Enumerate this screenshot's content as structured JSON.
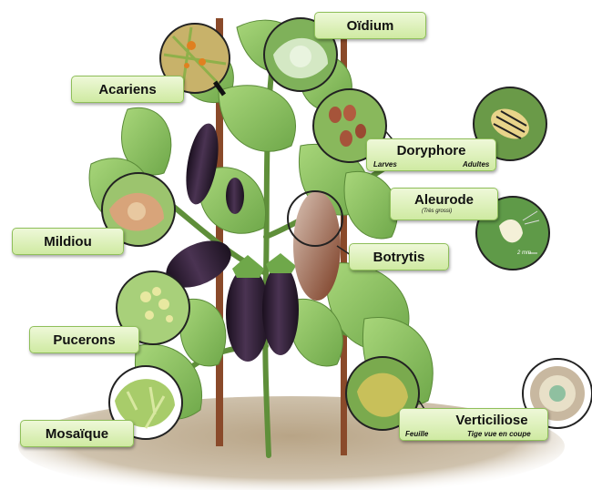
{
  "labels": {
    "oidium": "Oïdium",
    "acariens": "Acariens",
    "doryphore": "Doryphore",
    "aleurode": "Aleurode",
    "mildiou": "Mildiou",
    "botrytis": "Botrytis",
    "pucerons": "Pucerons",
    "mosaique": "Mosaïque",
    "verticiliose": "Verticiliose"
  },
  "sublabels": {
    "larves": "Larves",
    "adultes": "Adultes",
    "tres_grossi": "(Très grossi)",
    "feuille": "Feuille",
    "tige_coupe": "Tige vue en coupe",
    "scale": "2 mm"
  },
  "colors": {
    "label_fill": "#d6eeb0",
    "label_border": "#8fbf5a",
    "leaf": "#8fc35e",
    "eggplant": "#2a1a2e",
    "stake": "#8a4a2a",
    "soil": "#b9a58a"
  },
  "icons": [
    "acarien-mite-icon",
    "oidium-leaf-icon",
    "doryphore-beetle-icon",
    "aleurode-whitefly-icon",
    "mildiou-leaf-icon",
    "botrytis-fruit-icon",
    "pucerons-aphid-icon",
    "mosaique-leaf-icon",
    "verticiliose-stem-section-icon"
  ]
}
